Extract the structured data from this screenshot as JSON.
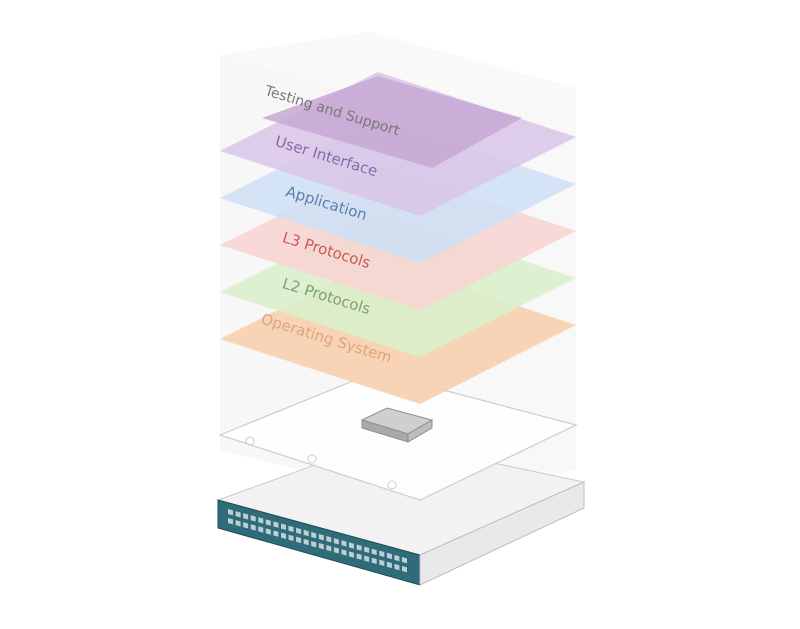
{
  "layers": [
    {
      "label": "Testing and Support",
      "color": "#c7a8d4",
      "text_color": "#777777"
    },
    {
      "label": "User Interface",
      "color": "#d9c6e8",
      "text_color": "#8a6aa8"
    },
    {
      "label": "Application",
      "color": "#cfe0f4",
      "text_color": "#5d7fae"
    },
    {
      "label": "L3 Protocols",
      "color": "#f8d5d3",
      "text_color": "#c85a55"
    },
    {
      "label": "L2 Protocols",
      "color": "#d9efcc",
      "text_color": "#7fa070"
    },
    {
      "label": "Operating System",
      "color": "#f6cfae",
      "text_color": "#e2a37c"
    }
  ],
  "hardware": {
    "board_icon": "circuit-board-icon",
    "chip_icon": "chip-icon",
    "switch_icon": "network-switch-icon",
    "switch_color": "#2f6b78"
  }
}
